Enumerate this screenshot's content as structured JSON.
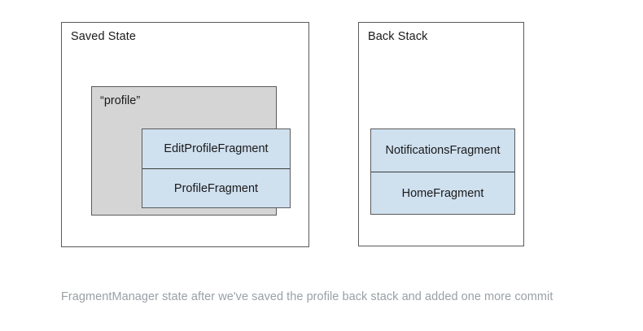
{
  "panels": [
    {
      "id": "saved-state",
      "title": "Saved State",
      "group": {
        "id": "profile-group",
        "title": "“profile”",
        "fragments": [
          {
            "label": "EditProfileFragment"
          },
          {
            "label": "ProfileFragment"
          }
        ]
      }
    },
    {
      "id": "back-stack",
      "title": "Back Stack",
      "fragments": [
        {
          "label": "NotificationsFragment"
        },
        {
          "label": "HomeFragment"
        }
      ]
    }
  ],
  "caption": "FragmentManager state after we've saved the profile back stack and added one more commit",
  "colors": {
    "fragment_fill": "#cfe0ef",
    "group_fill": "#d5d5d5",
    "panel_fill": "#ffffff",
    "border": "#5b5b5b",
    "text": "#1a1a1a",
    "caption_text": "#9aa0a6",
    "background": "#ffffff"
  }
}
